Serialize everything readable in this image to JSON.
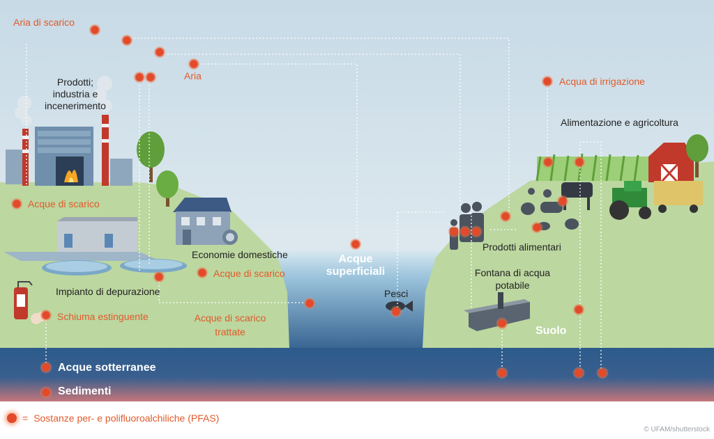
{
  "colors": {
    "pfas_dot": "#e24a2a",
    "label_red": "#e05a2b",
    "land_green": "#bcd7a0",
    "water_blue": "#2f5d8c",
    "sky": "#c9dbe6"
  },
  "labels": {
    "aria_scarico": "Aria di scarico",
    "aria": "Aria",
    "prodotti_industria_1": "Prodotti;",
    "prodotti_industria_2": "industria e",
    "prodotti_industria_3": "incenerimento",
    "acque_scarico_left": "Acque di scarico",
    "economie_domestiche": "Economie domestiche",
    "acque_scarico_mid": "Acque di scarico",
    "impianto": "Impianto di depurazione",
    "schiuma": "Schiuma estinguente",
    "acque_trattate_1": "Acque di scarico",
    "acque_trattate_2": "trattate",
    "acque_superficiali_1": "Acque",
    "acque_superficiali_2": "superficiali",
    "pesci": "Pesci",
    "acqua_irrigazione": "Acqua di irrigazione",
    "alimentazione": "Alimentazione e agricoltura",
    "prodotti_alimentari": "Prodotti alimentari",
    "fontana_1": "Fontana di acqua",
    "fontana_2": "potabile",
    "suolo": "Suolo",
    "acque_sotterranee": "Acque sotterranee",
    "sedimenti": "Sedimenti"
  },
  "legend": {
    "equals": "=",
    "text": "Sostanze per- e polifluoroalchiliche (PFAS)"
  },
  "credit": "© UFAM/shutterstock"
}
